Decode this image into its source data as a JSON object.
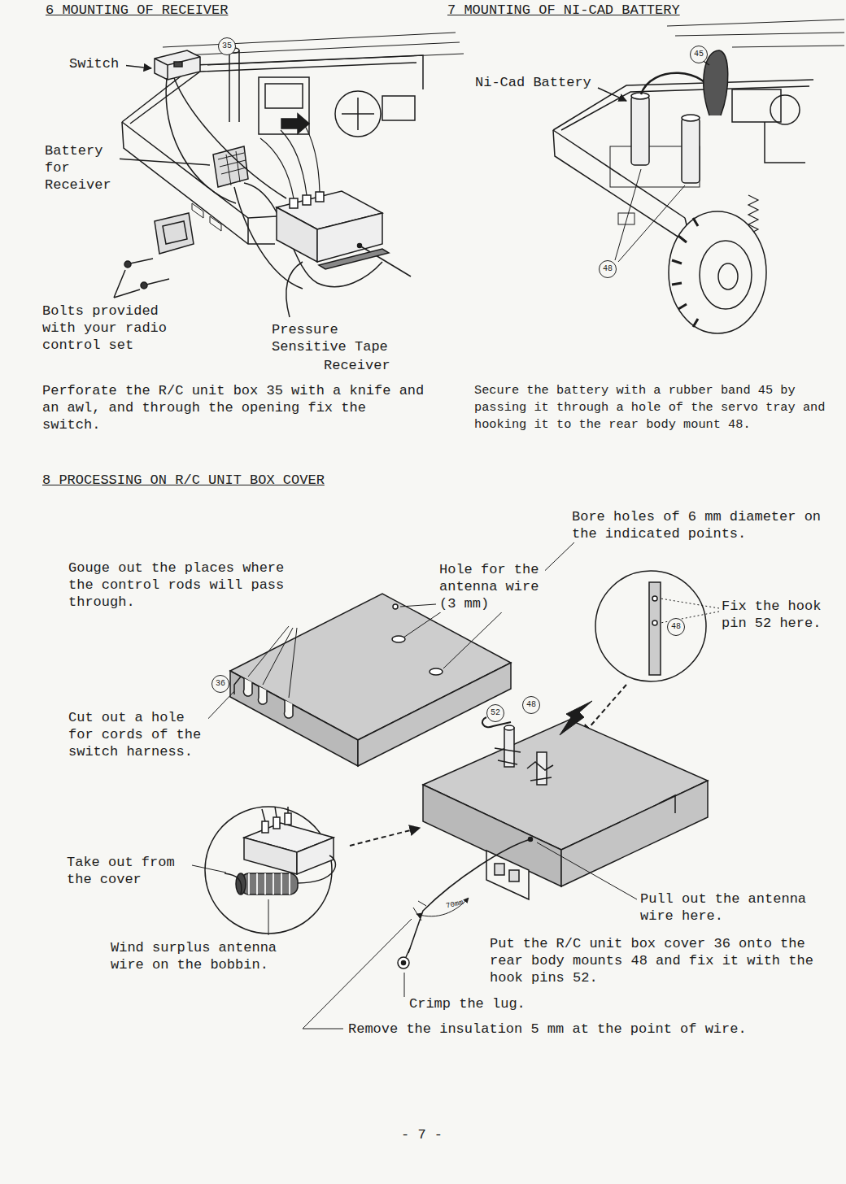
{
  "diagram": {
    "labels": [
      "6 MOUNTING OF RECEIVER",
      "7 MOUNTING OF NI-CAD BATTERY",
      "Switch",
      "35",
      "Battery for Receiver",
      "Bolts provided with your radio control set",
      "Pressure Sensitive Tape",
      "Receiver",
      "Perforate the R/C unit box 35 with a knife and an awl, and through the opening fix the switch.",
      "Ni-Cad Battery",
      "45",
      "48",
      "Secure the battery with a rubber band 45 by passing it through a hole of the servo tray and hooking it to the rear body mount 48.",
      "8 PROCESSING ON R/C UNIT BOX COVER",
      "Bore holes of 6 mm diameter on the indicated points.",
      "Gouge out the places where the control rods will pass through.",
      "Hole for the antenna wire (3 mm)",
      "Fix the hook pin 52 here.",
      "48",
      "36",
      "Cut out a hole for cords of the switch harness.",
      "52",
      "48",
      "Take out from the cover",
      "Wind surplus antenna wire on the bobbin.",
      "70mm",
      "Pull out the antenna wire here.",
      "Put the R/C unit box cover 36 onto the rear body mounts 48 and fix it with the hook pins 52.",
      "Crimp the lug.",
      "Remove the insulation 5 mm at the point of wire.",
      "- 7 -"
    ]
  }
}
